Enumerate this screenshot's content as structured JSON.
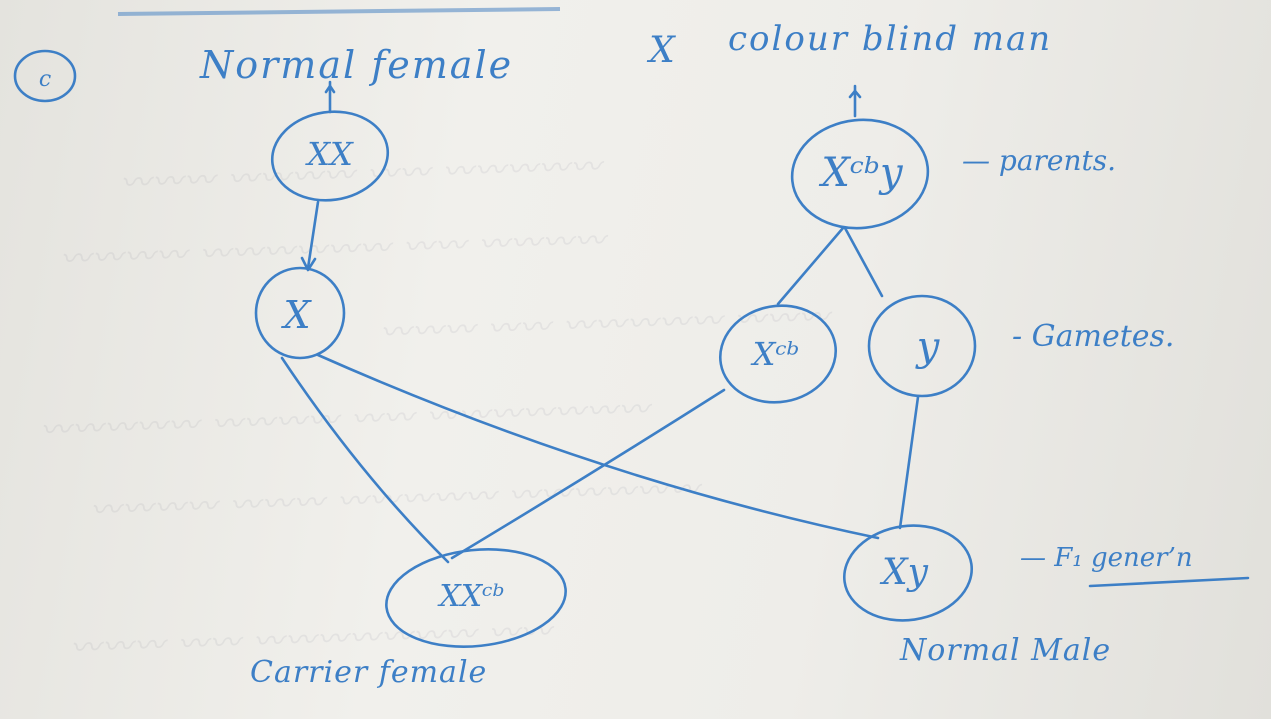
{
  "title": {
    "index": "c",
    "left": "Normal female",
    "cross": "X",
    "right": "colour blind man"
  },
  "genotypes": {
    "mother": "XX",
    "father": "Xᶜᵇy",
    "gamete_mother": "X",
    "gamete_father_x": "Xᶜᵇ",
    "gamete_father_y": "y",
    "child_female": "XXᶜᵇ",
    "child_male": "Xy"
  },
  "labels": {
    "parents": "— parents.",
    "gametes": "- Gametes.",
    "f1": "— F₁ gener’n",
    "carrier_female": "Carrier female",
    "normal_male": "Normal Male"
  },
  "ink_color": "#3d7fc6"
}
